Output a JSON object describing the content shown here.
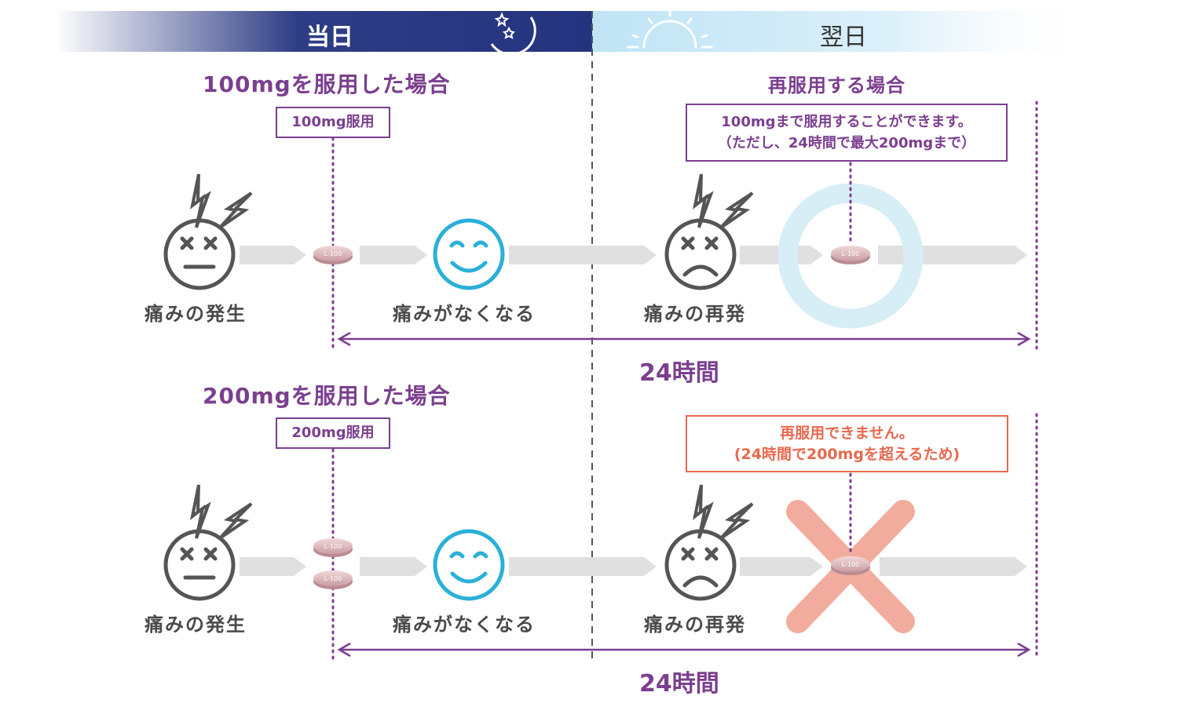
{
  "header": {
    "today_label": "当日",
    "next_day_label": "翌日",
    "colors": {
      "night": "#24337f",
      "day": "#bfe4f5"
    }
  },
  "scenario_100": {
    "title": "100mgを服用した場合",
    "dose_label": "100mg服用",
    "redose_title": "再服用する場合",
    "redose_note_line1": "100mgまで服用することができます。",
    "redose_note_line2": "（ただし、24時間で最大200mgまで）",
    "stage_onset": "痛みの発生",
    "stage_relief": "痛みがなくなる",
    "stage_recur": "痛みの再発",
    "interval": "24時間"
  },
  "scenario_200": {
    "title": "200mgを服用した場合",
    "dose_label": "200mg服用",
    "redose_note_line1": "再服用できません。",
    "redose_note_line2": "(24時間で200mgを超えるため)",
    "stage_onset": "痛みの発生",
    "stage_relief": "痛みがなくなる",
    "stage_recur": "痛みの再発",
    "interval": "24時間"
  },
  "pill": {
    "imprint": "L-100",
    "color": "#e8c4c8"
  },
  "colors": {
    "accent_purple": "#7b3f8f",
    "error_red": "#e8694f",
    "happy_blue": "#2ab0d8",
    "face_gray": "#555555",
    "arrow_gray": "#e0e0e0"
  },
  "icons": [
    "moon-stars-icon",
    "sun-icon",
    "pain-face-icon",
    "lightning-icon",
    "happy-face-icon",
    "sad-face-icon",
    "pill-icon",
    "ok-circle-icon",
    "cross-mark-icon"
  ]
}
